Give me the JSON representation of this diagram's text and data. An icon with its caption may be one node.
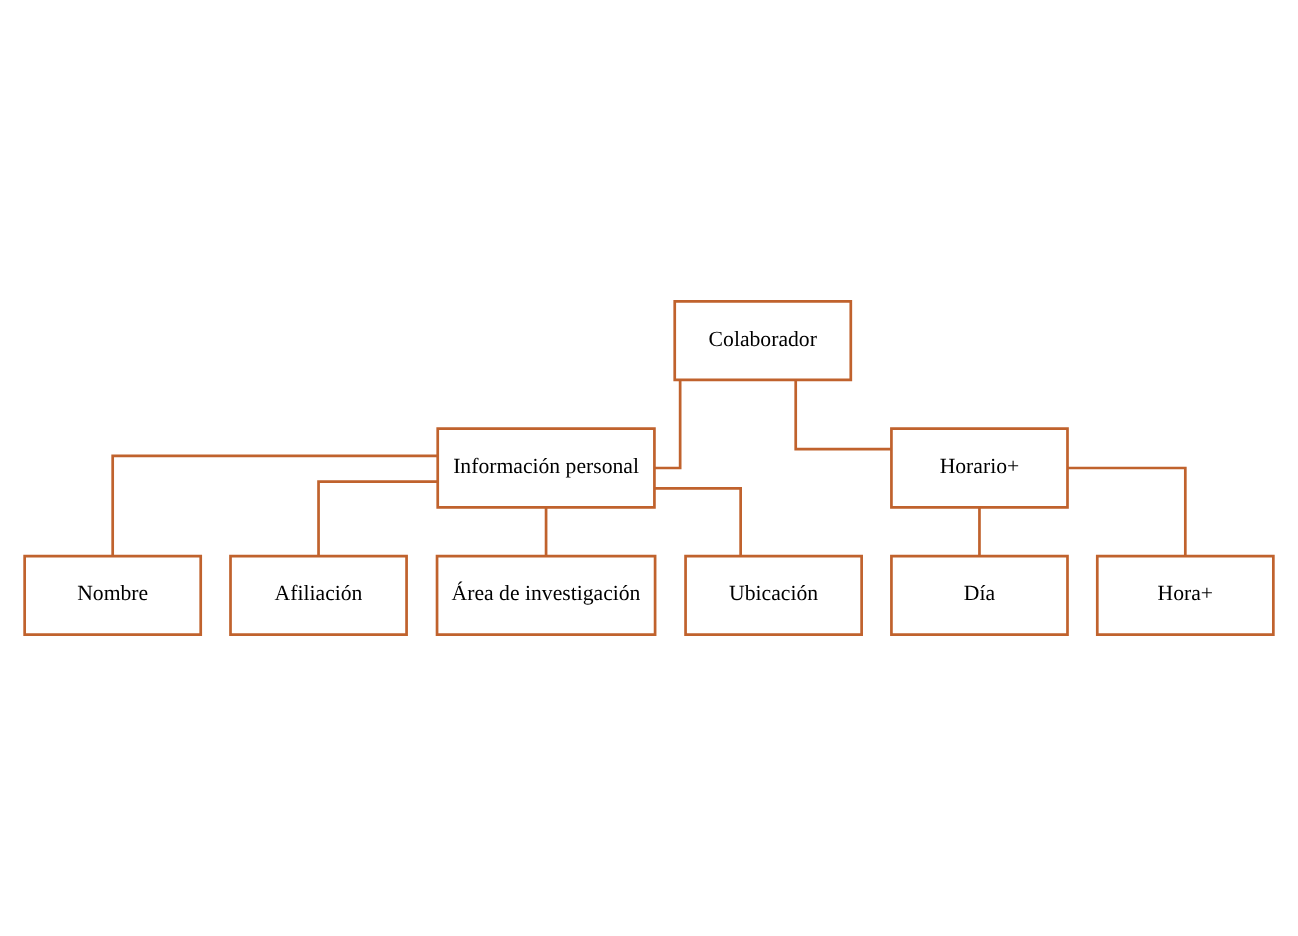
{
  "diagram": {
    "nodes": [
      {
        "text": [
          "Colaborador"
        ]
      },
      {
        "text": [
          "Información personal"
        ]
      },
      {
        "text": [
          "Horario+"
        ]
      },
      {
        "text": [
          "Nombre"
        ]
      },
      {
        "text": [
          "Afiliación"
        ]
      },
      {
        "text": [
          "Área de investigación"
        ]
      },
      {
        "text": [
          "Ubicación"
        ]
      },
      {
        "text": [
          "Día"
        ]
      },
      {
        "text": [
          "Hora+"
        ]
      }
    ],
    "edges": [
      {
        "from": 0,
        "to": 1,
        "arrow": "none"
      },
      {
        "from": 0,
        "to": 2,
        "arrow": "none"
      },
      {
        "from": 1,
        "to": 3,
        "arrow": "none"
      },
      {
        "from": 1,
        "to": 4,
        "arrow": "none"
      },
      {
        "from": 1,
        "to": 5,
        "arrow": "none"
      },
      {
        "from": 1,
        "to": 6,
        "arrow": "none"
      },
      {
        "from": 2,
        "to": 7,
        "arrow": "none"
      },
      {
        "from": 2,
        "to": 8,
        "arrow": "none"
      }
    ]
  }
}
